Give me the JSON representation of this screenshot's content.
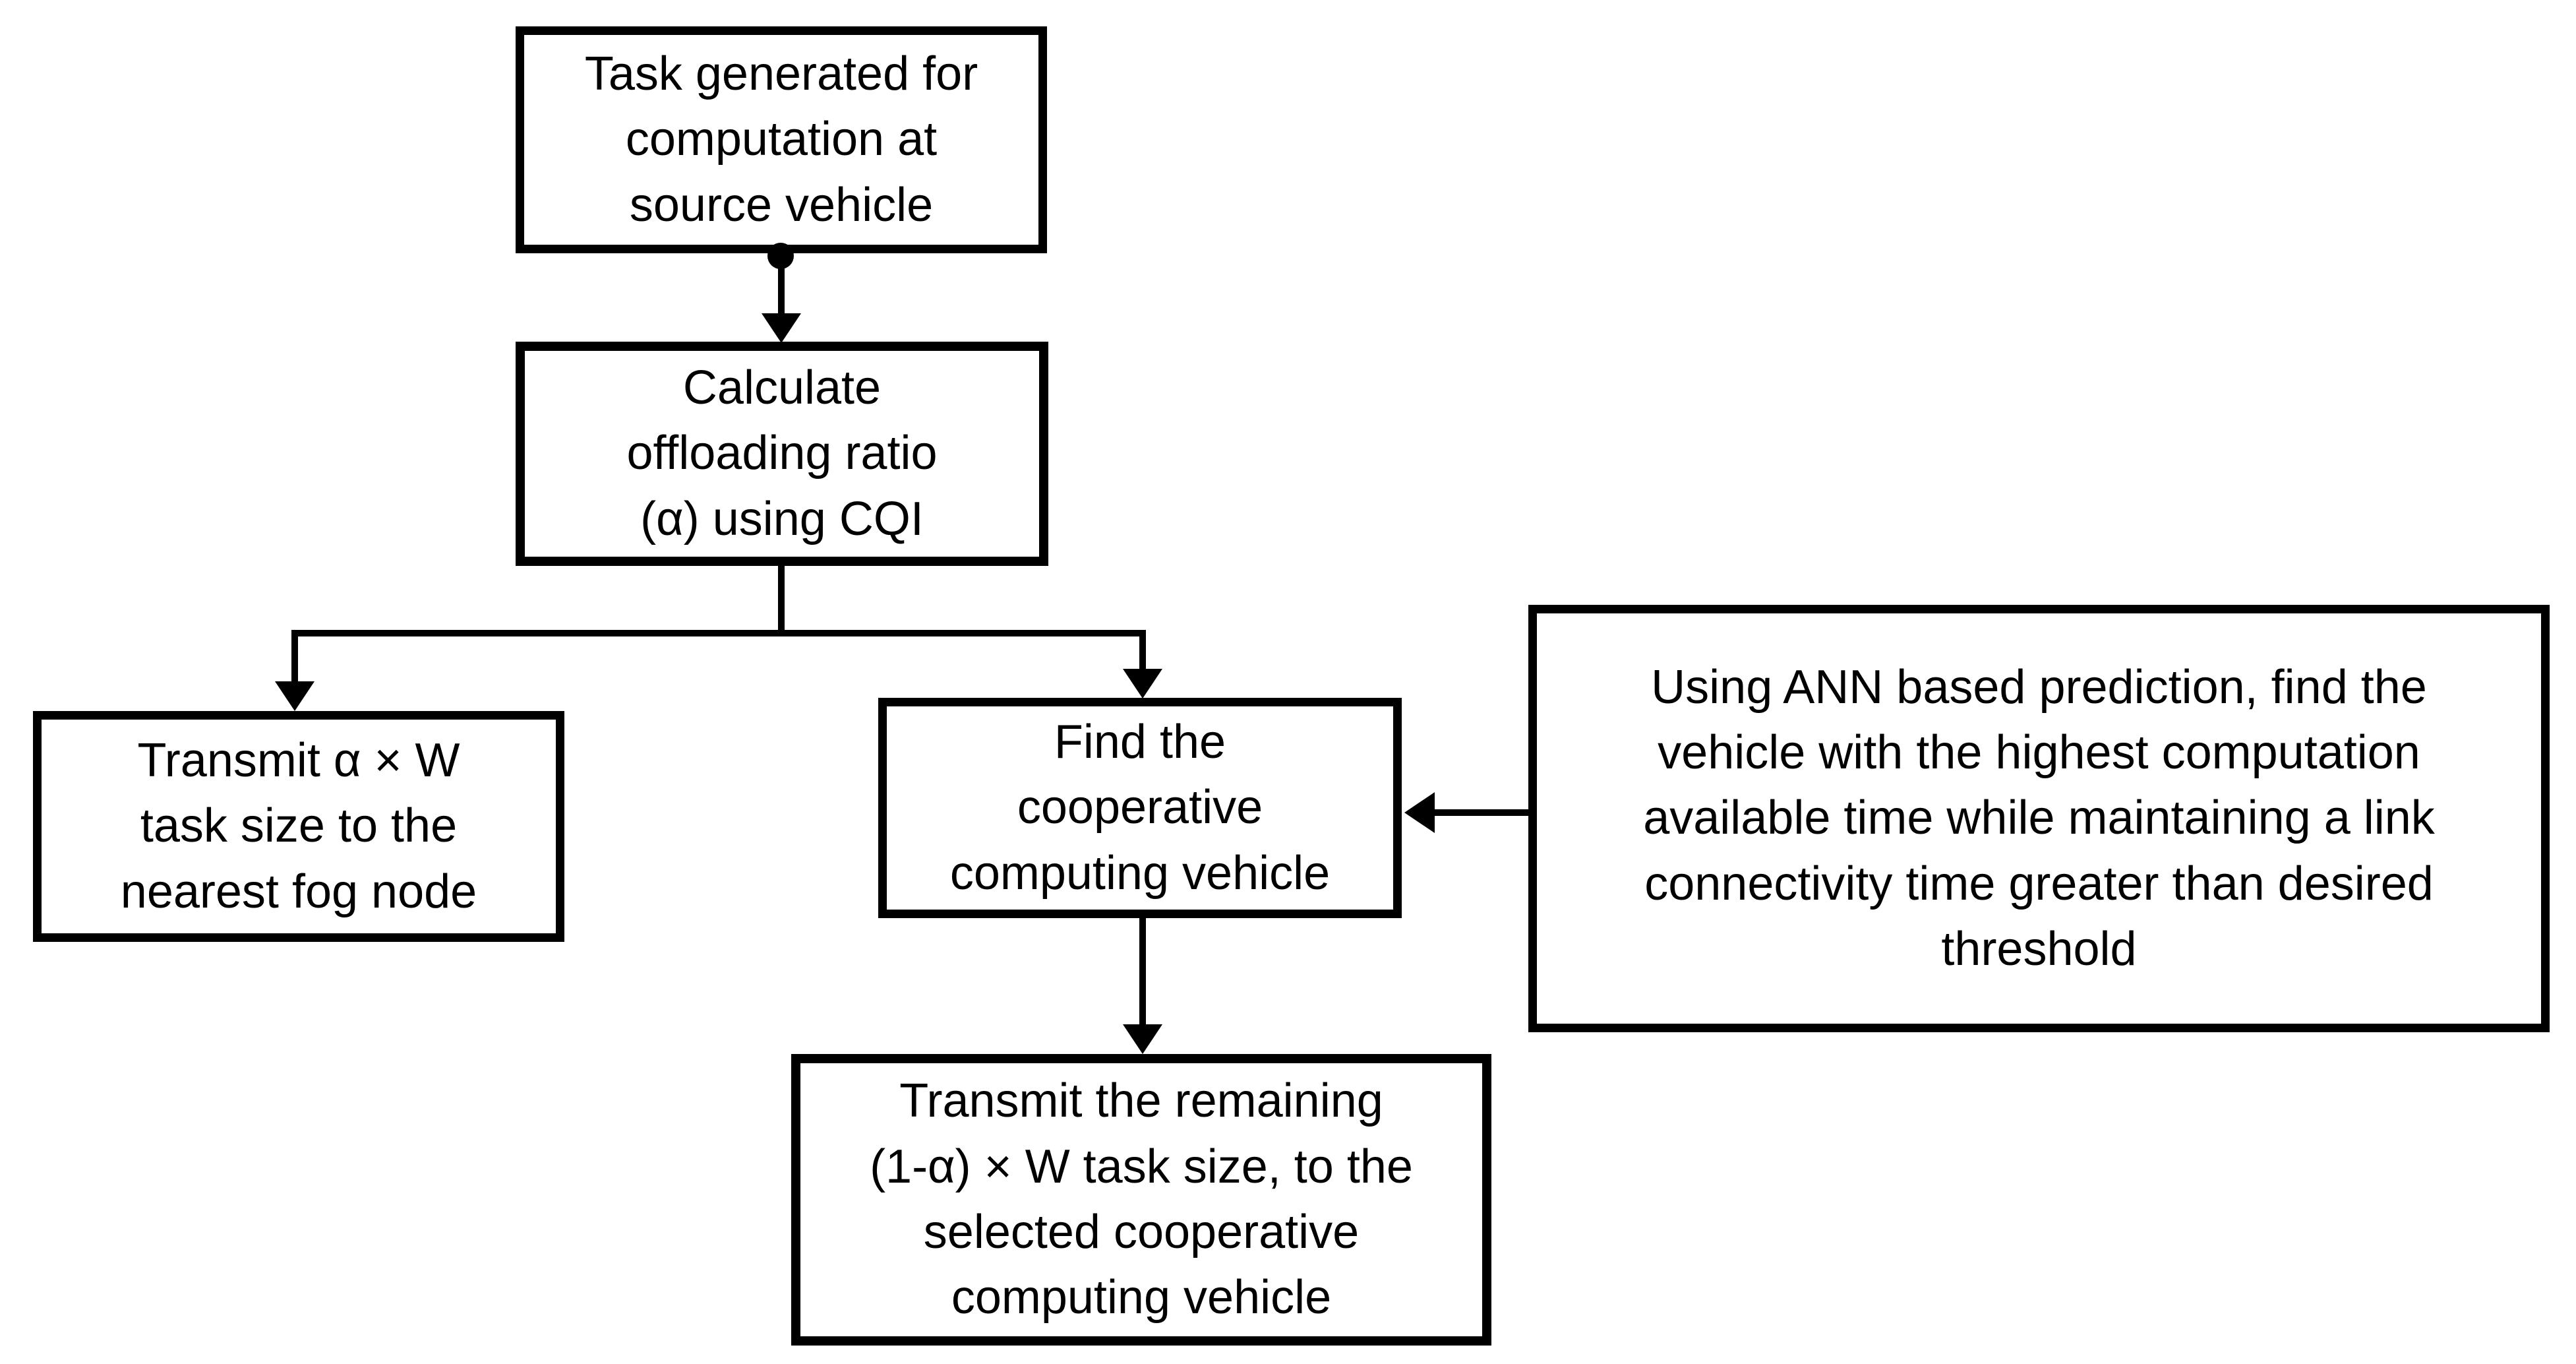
{
  "flowchart": {
    "background_color": "#ffffff",
    "line_color": "#000000",
    "nodes": {
      "task_generated": {
        "text": "Task generated for\ncomputation at\nsource vehicle"
      },
      "calculate_offloading_ratio": {
        "text": "Calculate\noffloading ratio\n(α) using CQI"
      },
      "transmit_to_fog": {
        "text": "Transmit α × W\ntask size to the\nnearest fog node"
      },
      "find_cooperative_vehicle": {
        "text": "Find the\ncooperative\ncomputing vehicle"
      },
      "ann_prediction": {
        "text": "Using ANN based prediction, find the\nvehicle with the highest computation\navailable time while maintaining a link\nconnectivity time greater than desired\nthreshold"
      },
      "transmit_remaining": {
        "text": "Transmit the remaining\n(1-α) × W task size, to the\nselected cooperative\ncomputing vehicle"
      }
    }
  }
}
